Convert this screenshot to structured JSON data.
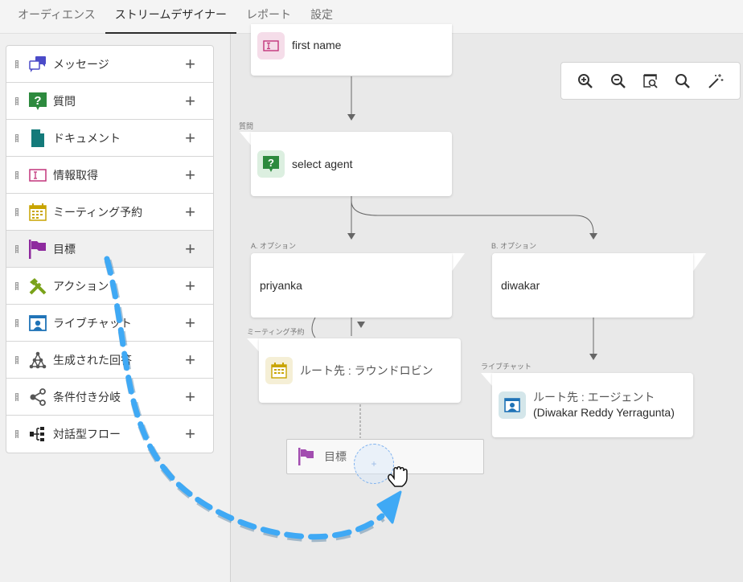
{
  "tabs": [
    {
      "label": "オーディエンス"
    },
    {
      "label": "ストリームデザイナー"
    },
    {
      "label": "レポート"
    },
    {
      "label": "設定"
    }
  ],
  "active_tab": "ストリームデザイナー",
  "sidebar": {
    "items": [
      {
        "label": "メッセージ",
        "icon": "message-icon"
      },
      {
        "label": "質問",
        "icon": "question-icon"
      },
      {
        "label": "ドキュメント",
        "icon": "document-icon"
      },
      {
        "label": "情報取得",
        "icon": "text-field-icon"
      },
      {
        "label": "ミーティング予約",
        "icon": "calendar-icon"
      },
      {
        "label": "目標",
        "icon": "flag-icon"
      },
      {
        "label": "アクション",
        "icon": "action-tools-icon"
      },
      {
        "label": "ライブチャット",
        "icon": "live-chat-icon"
      },
      {
        "label": "生成された回答",
        "icon": "network-icon"
      },
      {
        "label": "条件付き分岐",
        "icon": "share-icon"
      },
      {
        "label": "対話型フロー",
        "icon": "flow-icon"
      }
    ],
    "add_label": "+"
  },
  "canvas": {
    "first_name": {
      "title": "first name"
    },
    "question": {
      "section": "質問",
      "title": "select agent"
    },
    "option_a": {
      "section": "A. オプション",
      "title": "priyanka"
    },
    "option_b": {
      "section": "B. オプション",
      "title": "diwakar"
    },
    "meeting": {
      "section": "ミーティング予約",
      "title": "ルート先 : ラウンドロビン"
    },
    "livechat": {
      "section": "ライブチャット",
      "title_line1": "ルート先 : エージェント",
      "title_line2": "(Diwakar Reddy Yerragunta)"
    },
    "drop_placeholder": {
      "label": "目標",
      "plus": "+"
    }
  },
  "zoom_toolbar": [
    "zoom-in-icon",
    "zoom-out-icon",
    "fit-view-icon",
    "search-icon",
    "magic-wand-icon"
  ],
  "colors": {
    "drag_arrow": "#3fa9f5",
    "flag": "#8e2a9e",
    "question": "#2d8a3e"
  }
}
